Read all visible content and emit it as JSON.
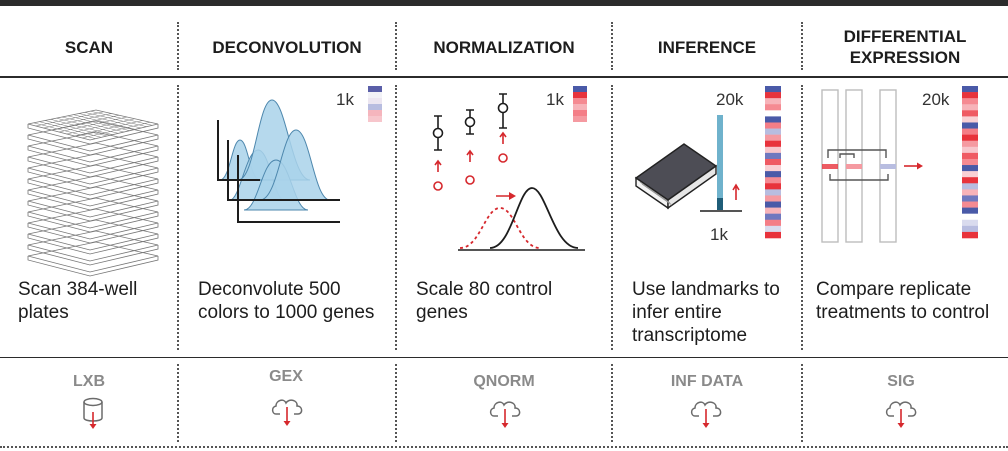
{
  "stages": [
    {
      "title": "SCAN",
      "description": "Scan 384-well plates",
      "output": "LXB",
      "output_icon": "database-download-icon"
    },
    {
      "title": "DECONVOLUTION",
      "description": "Deconvolute 500 colors to 1000 genes",
      "output": "GEX",
      "output_icon": "cloud-download-icon"
    },
    {
      "title": "NORMALIZATION",
      "description": "Scale 80 control genes",
      "output": "QNORM",
      "output_icon": "cloud-download-icon"
    },
    {
      "title": "INFERENCE",
      "description": "Use landmarks to infer entire transcriptome",
      "output": "INF DATA",
      "output_icon": "cloud-download-icon"
    },
    {
      "title": "DIFFERENTIAL EXPRESSION",
      "description": "Compare replicate treatments to control",
      "output": "SIG",
      "output_icon": "cloud-download-icon"
    }
  ],
  "labels": {
    "deconv_count": "1k",
    "norm_count": "1k",
    "inference_top": "20k",
    "inference_bottom": "1k",
    "diffexp_count": "20k"
  },
  "colors": {
    "accent_red": "#d6282d",
    "curve_blue": "#9fcbe6",
    "heat_blue": "#4a5aa8",
    "heat_red": "#e8333c",
    "bar_teal": "#6fb2cc"
  }
}
